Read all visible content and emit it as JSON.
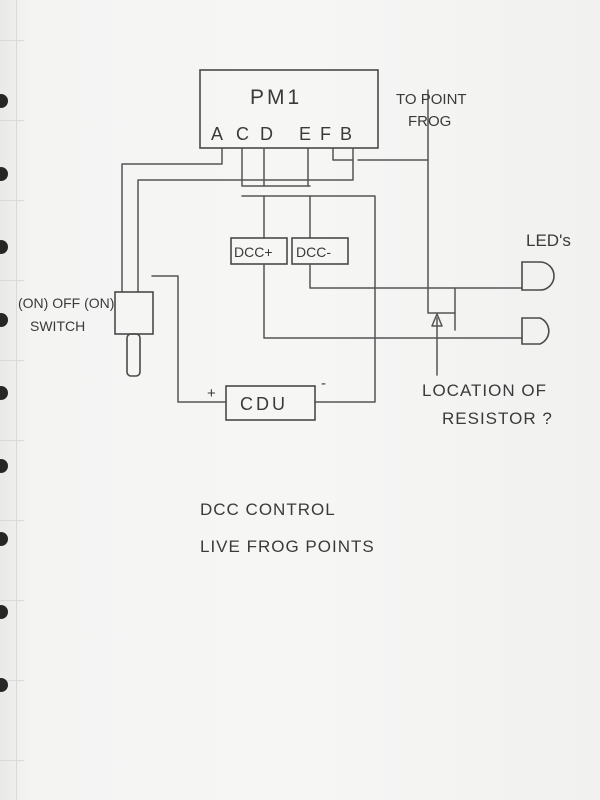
{
  "labels": {
    "pm1": "PM1",
    "terminals": [
      "A",
      "C",
      "D",
      "E",
      "F",
      "B"
    ],
    "to_point_frog_line1": "TO POINT",
    "to_point_frog_line2": "FROG",
    "leds": "LED's",
    "dcc_plus": "DCC+",
    "dcc_minus": "DCC-",
    "switch_line1": "(ON) OFF (ON)",
    "switch_line2": "SWITCH",
    "cdu": "CDU",
    "cdu_plus": "+",
    "cdu_minus": "-",
    "location_line1": "LOCATION OF",
    "location_line2": "RESISTOR ?",
    "caption_line1": "DCC CONTROL",
    "caption_line2": "LIVE FROG POINTS"
  }
}
